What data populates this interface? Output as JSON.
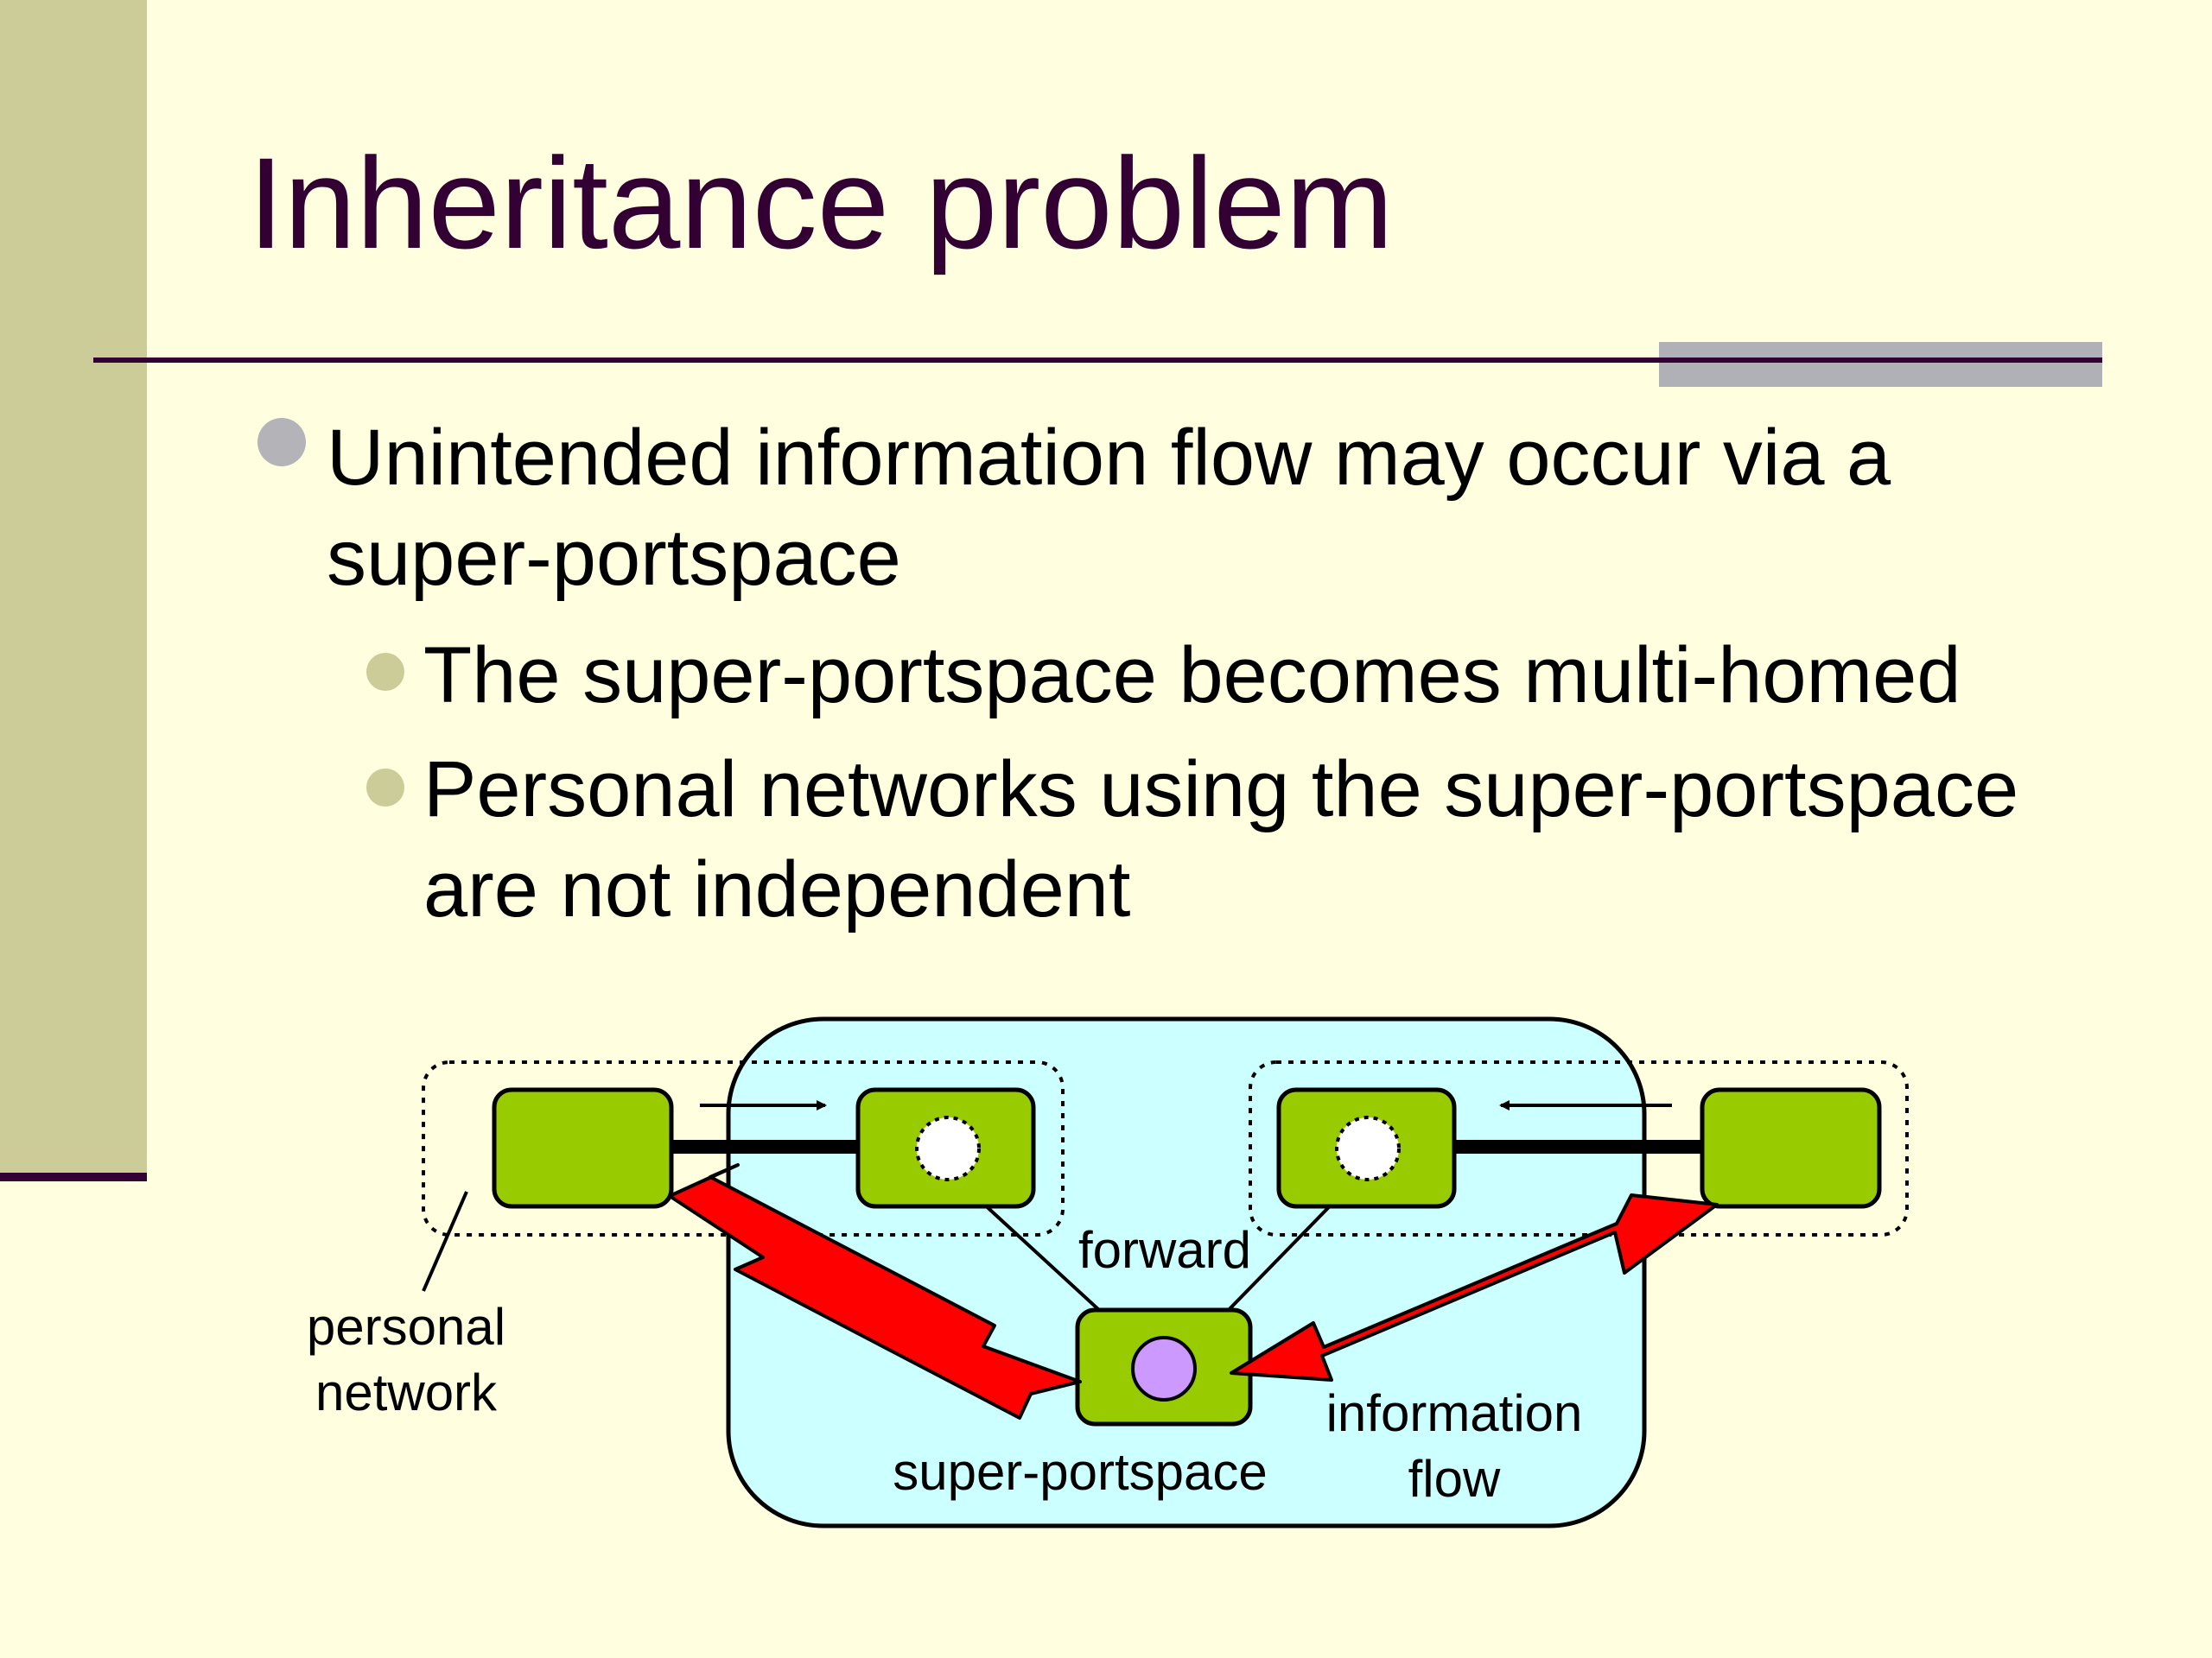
{
  "slide": {
    "title": "Inheritance problem",
    "bullets": [
      {
        "lines": [
          "Unintended information flow may occur via a",
          "super-portspace"
        ],
        "sub": [
          {
            "lines": [
              "The super-portspace becomes multi-homed"
            ]
          },
          {
            "lines": [
              "Personal networks using the super-portspace",
              "are not independent"
            ]
          }
        ]
      }
    ]
  },
  "diagram": {
    "labels": {
      "forward": "forward",
      "personal_network": [
        "personal",
        "network"
      ],
      "super_portspace": "super-portspace",
      "information_flow": [
        "information",
        "flow"
      ]
    }
  },
  "colors": {
    "background": "#ffffe0",
    "left_bar": "#cccc99",
    "title_text": "#330033",
    "rule_gray": "#b0b0b7",
    "portspace_area": "#ccffff",
    "node_green": "#99cc00",
    "flow_arrow": "#ff0000",
    "super_port": "#cc99ff"
  }
}
